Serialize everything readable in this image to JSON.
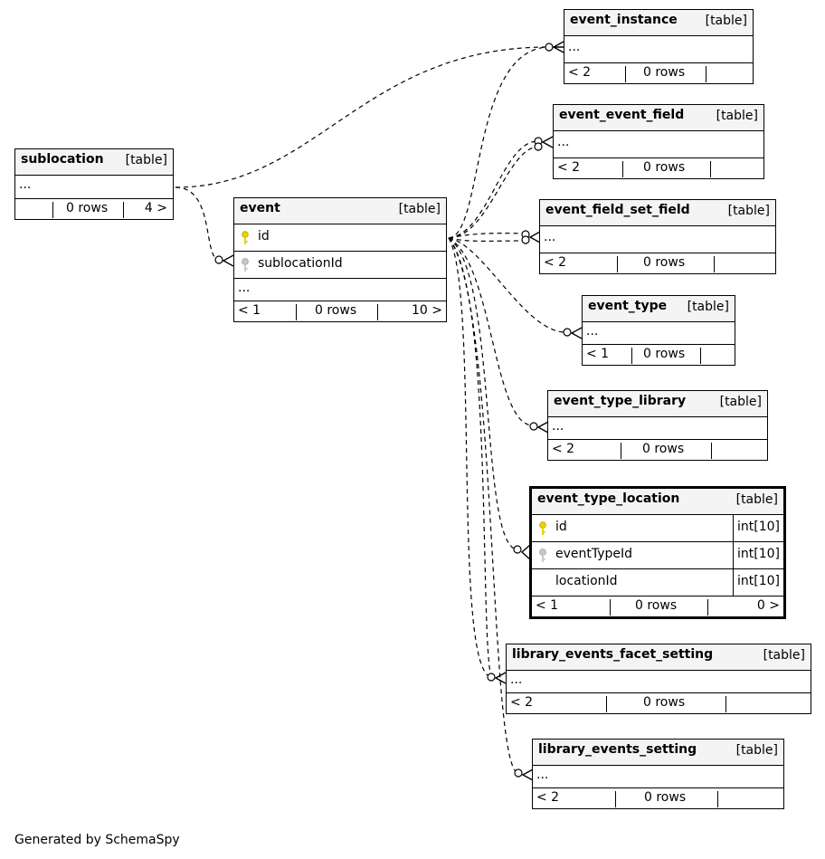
{
  "tables": {
    "event_instance": {
      "name": "event_instance",
      "kind": "[table]",
      "row": "...",
      "parents": "< 2",
      "rows": "0 rows",
      "children": ""
    },
    "event_event_field": {
      "name": "event_event_field",
      "kind": "[table]",
      "row": "...",
      "parents": "< 2",
      "rows": "0 rows",
      "children": ""
    },
    "event_field_set_field": {
      "name": "event_field_set_field",
      "kind": "[table]",
      "row": "...",
      "parents": "< 2",
      "rows": "0 rows",
      "children": ""
    },
    "sublocation": {
      "name": "sublocation",
      "kind": "[table]",
      "row": "...",
      "parents": "",
      "rows": "0 rows",
      "children": "4 >"
    },
    "event": {
      "name": "event",
      "kind": "[table]",
      "col1": "id",
      "col2": "sublocationId",
      "row": "...",
      "parents": "< 1",
      "rows": "0 rows",
      "children": "10 >"
    },
    "event_type": {
      "name": "event_type",
      "kind": "[table]",
      "row": "...",
      "parents": "< 1",
      "rows": "0 rows",
      "children": ""
    },
    "event_type_library": {
      "name": "event_type_library",
      "kind": "[table]",
      "row": "...",
      "parents": "< 2",
      "rows": "0 rows",
      "children": ""
    },
    "event_type_location": {
      "name": "event_type_location",
      "kind": "[table]",
      "columns": [
        {
          "name": "id",
          "type": "int[10]",
          "key": "primary"
        },
        {
          "name": "eventTypeId",
          "type": "int[10]",
          "key": "foreign"
        },
        {
          "name": "locationId",
          "type": "int[10]",
          "key": "none"
        }
      ],
      "parents": "< 1",
      "rows": "0 rows",
      "children": "0 >"
    },
    "library_events_facet_setting": {
      "name": "library_events_facet_setting",
      "kind": "[table]",
      "row": "...",
      "parents": "< 2",
      "rows": "0 rows",
      "children": ""
    },
    "library_events_setting": {
      "name": "library_events_setting",
      "kind": "[table]",
      "row": "...",
      "parents": "< 2",
      "rows": "0 rows",
      "children": ""
    }
  },
  "footer_note": "Generated by SchemaSpy",
  "colors": {
    "primary_key": "#e8d200",
    "foreign_key": "#b4b4b4",
    "header_bg": "#f4f4f4"
  }
}
